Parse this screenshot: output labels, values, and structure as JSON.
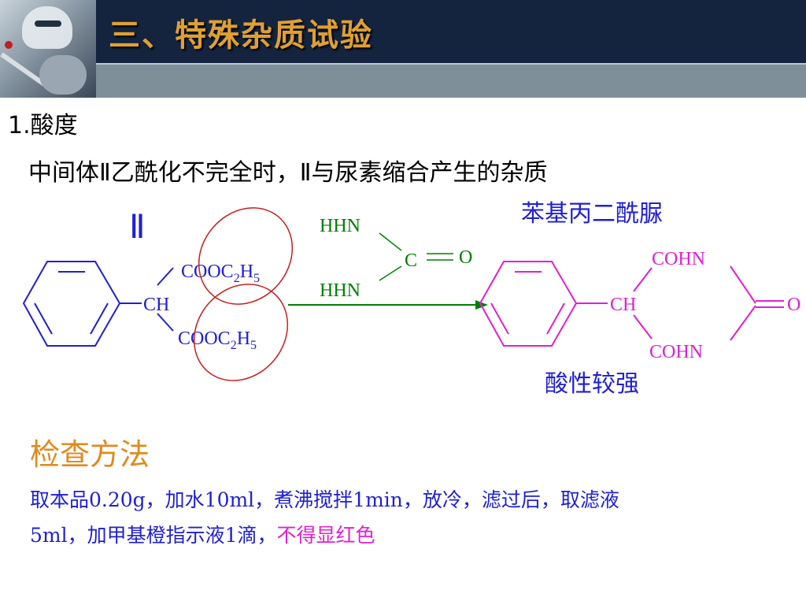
{
  "slide": {
    "title": "三、特殊杂质试验",
    "section": "1.酸度",
    "description": "中间体Ⅱ乙酰化不完全时，Ⅱ与尿素缩合产生的杂质",
    "product_name": "苯基丙二酰脲",
    "acidity_note": "酸性较强"
  },
  "diagram": {
    "intermediate_label": "Ⅱ",
    "ch": "CH",
    "ester_group": "COOC",
    "ester_sub_2": "2",
    "ester_h": "H",
    "ester_sub_5": "5",
    "urea_nh": "HHN",
    "urea_c": "C",
    "urea_o": "O",
    "product_ch": "CH",
    "product_cohn": "COHN",
    "product_o": "O",
    "colors": {
      "reactant": "#1f1fd6",
      "reagent": "#008000",
      "product": "#e020d0",
      "highlight": "#c81e1e",
      "arrow": "#008000"
    }
  },
  "method": {
    "title": "检查方法",
    "line1": "取本品0.20g，加水10ml，煮沸搅拌1min，放冷，滤过后，取滤液",
    "line2_prefix": "5ml，加甲基橙指示液1滴，",
    "line2_emphasis": "不得显红色"
  }
}
